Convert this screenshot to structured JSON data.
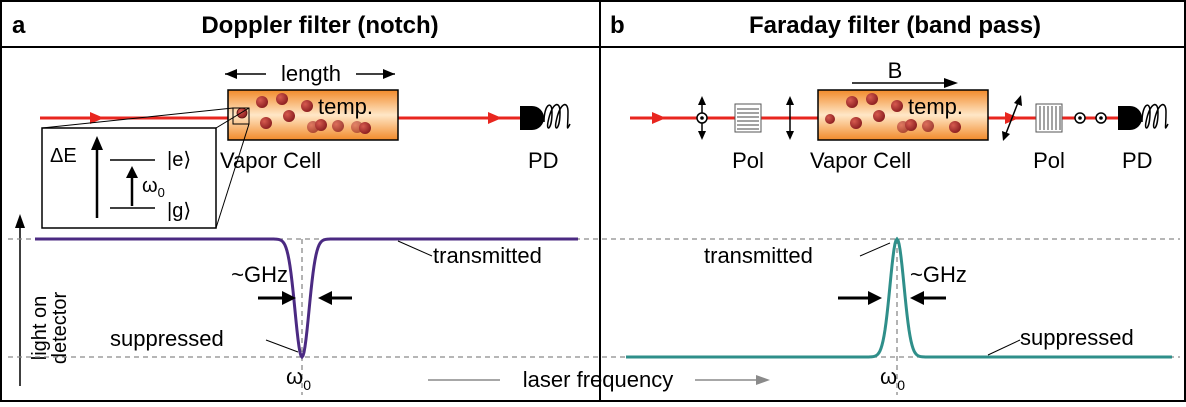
{
  "panels": {
    "a": {
      "letter": "a",
      "title": "Doppler filter (notch)",
      "length_label": "length",
      "temp_label": "temp.",
      "cell_label": "Vapor Cell",
      "detector_label": "PD",
      "energy_label": "ΔE",
      "excited_state": "|e⟩",
      "ground_state": "|g⟩",
      "omega_symbol": "ω",
      "omega_sub": "0",
      "gap_label": "~GHz",
      "transmitted_label": "transmitted",
      "suppressed_label": "suppressed"
    },
    "b": {
      "letter": "b",
      "title": "Faraday filter (band pass)",
      "field_label": "B",
      "temp_label": "temp.",
      "cell_label": "Vapor Cell",
      "polarizer_label_1": "Pol",
      "polarizer_label_2": "Pol",
      "detector_label": "PD",
      "gap_label": "~GHz",
      "transmitted_label": "transmitted",
      "suppressed_label": "suppressed",
      "omega_symbol": "ω",
      "omega_sub": "0"
    }
  },
  "axes": {
    "y_label_line1": "light on",
    "y_label_line2": "detector",
    "x_label": "laser frequency"
  },
  "colors": {
    "laser": "#e8261f",
    "doppler_curve": "#4b2a82",
    "faraday_curve": "#2f8f8a",
    "cell_fill": "#f39c3c",
    "atom": "#a3262a",
    "guide": "#8a8a8a"
  }
}
